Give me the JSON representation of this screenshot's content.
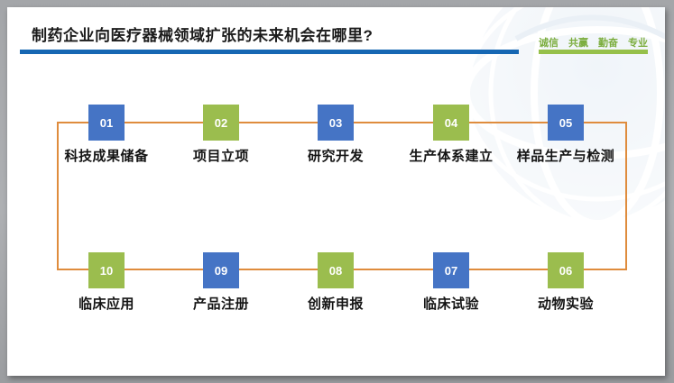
{
  "slide": {
    "title": "制药企业向医疗器械领域扩张的未来机会在哪里?",
    "motto": [
      "诚信",
      "共赢",
      "勤奋",
      "专业"
    ],
    "steps": [
      {
        "num": "01",
        "label": "科技成果储备"
      },
      {
        "num": "02",
        "label": "项目立项"
      },
      {
        "num": "03",
        "label": "研究开发"
      },
      {
        "num": "04",
        "label": "生产体系建立"
      },
      {
        "num": "05",
        "label": "样品生产与检测"
      },
      {
        "num": "06",
        "label": "动物实验"
      },
      {
        "num": "07",
        "label": "临床试验"
      },
      {
        "num": "08",
        "label": "创新申报"
      },
      {
        "num": "09",
        "label": "产品注册"
      },
      {
        "num": "10",
        "label": "临床应用"
      }
    ],
    "colors": {
      "step_blue": "#4574c5",
      "step_green": "#9bbd4e",
      "connector_orange": "#df8c3d",
      "title_underline_blue": "#1667b3",
      "motto_green": "#7bad3e",
      "motto_bar_green": "#96c04a"
    }
  }
}
